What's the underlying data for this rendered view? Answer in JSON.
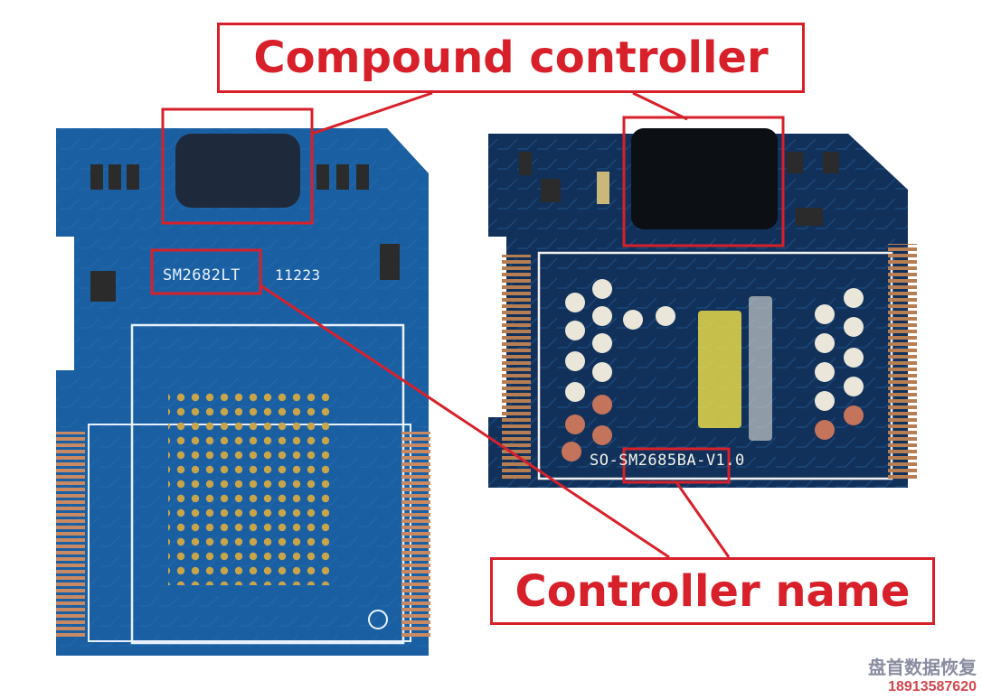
{
  "callouts": {
    "top": "Compound controller",
    "bottom": "Controller name"
  },
  "left_board": {
    "chip_label": "SM2682LT",
    "batch_code": "11223"
  },
  "right_board": {
    "chip_label": "SO-SM2685BA-V1.0"
  },
  "watermark": {
    "chinese": "盘首数据恢复",
    "phone": "18913587620"
  },
  "colors": {
    "accent": "#d8202a",
    "left_board": "#1b5fa3",
    "right_board": "#12315a"
  }
}
